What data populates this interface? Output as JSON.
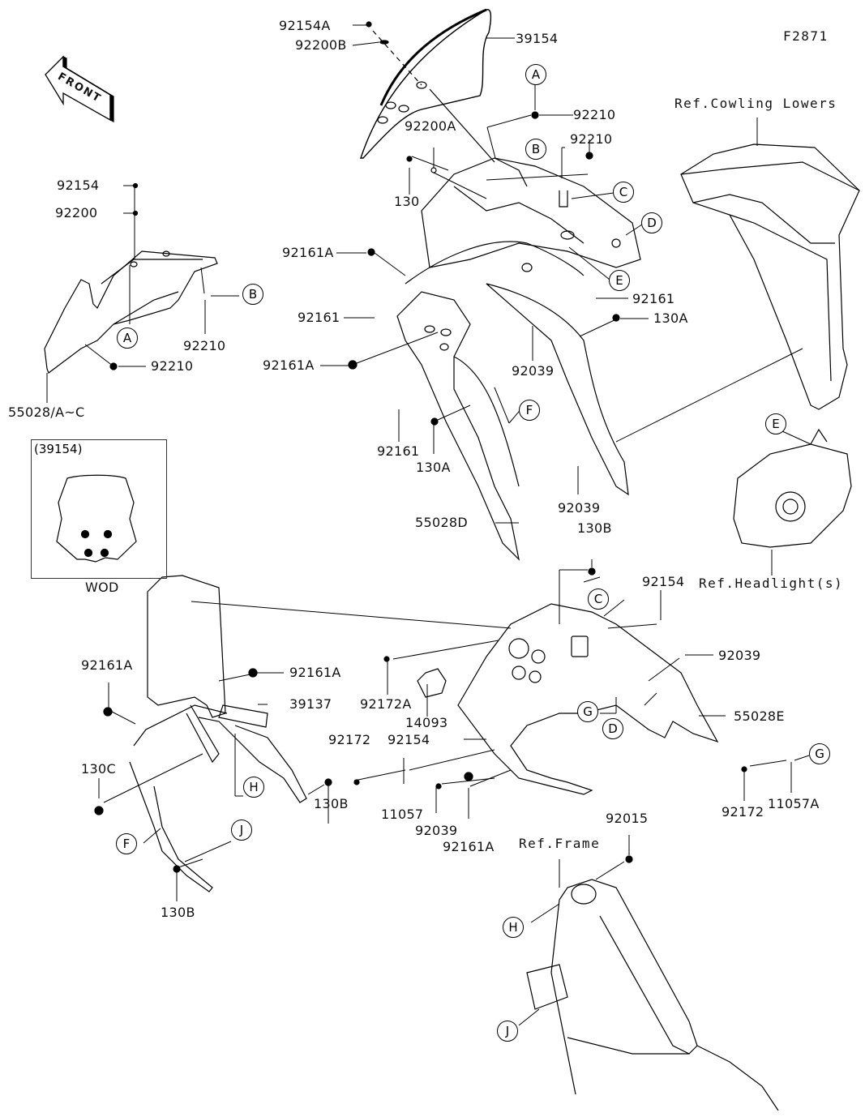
{
  "diagram": {
    "figure_id": "F2871",
    "front_badge": "FRONT",
    "reference_labels": {
      "cowling_lowers": "Ref.Cowling Lowers",
      "headlights": "Ref.Headlight(s)",
      "frame": "Ref.Frame"
    },
    "inset": {
      "title": "(39154)",
      "caption": "WOD"
    },
    "parts": {
      "p92154A": "92154A",
      "p92200B": "92200B",
      "p39154": "39154",
      "p92200A": "92200A",
      "p130": "130",
      "p92210_top": "92210",
      "p92210_mid": "92210",
      "p92154_left": "92154",
      "p92200_left": "92200",
      "p92210_left_a": "92210",
      "p92210_left_b": "92210",
      "p55028AC": "55028/A~C",
      "p92161A_top": "92161A",
      "p92161_left": "92161",
      "p92161A_mid": "92161A",
      "p92161_lower": "92161",
      "p130A_lower": "130A",
      "p55028D": "55028D",
      "p92161_right": "92161",
      "p130A_right": "130A",
      "p92039_upper": "92039",
      "p92039_lower": "92039",
      "p130B_top": "130B",
      "p92154_right": "92154",
      "p92039_right": "92039",
      "p55028E": "55028E",
      "p92172A": "92172A",
      "p14093": "14093",
      "p92154_mid": "92154",
      "p92172_mid": "92172",
      "p11057": "11057",
      "p92039_bottom": "92039",
      "p92161A_bottom": "92161A",
      "p92015": "92015",
      "p92172_right": "92172",
      "p11057A": "11057A",
      "p92161A_frame_left": "92161A",
      "p92161A_frame_right": "92161A",
      "p39137": "39137",
      "p130C": "130C",
      "p130B_mid": "130B",
      "p130B_bottom": "130B"
    },
    "callouts": {
      "A_top": "A",
      "B_top": "B",
      "C_top": "C",
      "D_top": "D",
      "E_top": "E",
      "A_left": "A",
      "B_left": "B",
      "F_mid": "F",
      "E_headlight": "E",
      "C_lower": "C",
      "G_lower": "G",
      "D_lower": "D",
      "G_right": "G",
      "H_stay": "H",
      "F_stay": "F",
      "J_stay": "J",
      "H_frame": "H",
      "J_frame": "J"
    }
  }
}
